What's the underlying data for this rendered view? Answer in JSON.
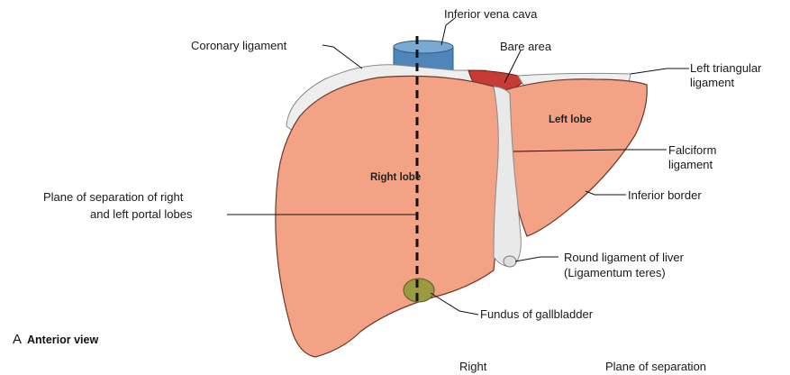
{
  "figure": {
    "panel_letter": "A",
    "view_label": "Anterior view",
    "labels": {
      "inferior_vena_cava": "Inferior vena cava",
      "coronary_ligament": "Coronary ligament",
      "bare_area": "Bare area",
      "left_triangular_1": "Left triangular",
      "left_triangular_2": "ligament",
      "left_lobe": "Left lobe",
      "right_lobe": "Right lobe",
      "falciform_1": "Falciform",
      "falciform_2": "ligament",
      "inferior_border": "Inferior border",
      "plane_sep_1": "Plane of separation of right",
      "plane_sep_2": "and left portal lobes",
      "round_lig_1": "Round ligament of liver",
      "round_lig_2": "(Ligamentum teres)",
      "fundus_gallbladder": "Fundus of gallbladder",
      "bottom_right": "Right",
      "bottom_plane": "Plane of separation"
    },
    "colors": {
      "liver": "#f3a285",
      "liver_shadow": "#e0866a",
      "bare_area": "#c83b35",
      "ivc": "#4f86b9",
      "gallbladder": "#9a9a40",
      "ligament": "#e9e9e9",
      "plane_line": "#111111"
    }
  }
}
